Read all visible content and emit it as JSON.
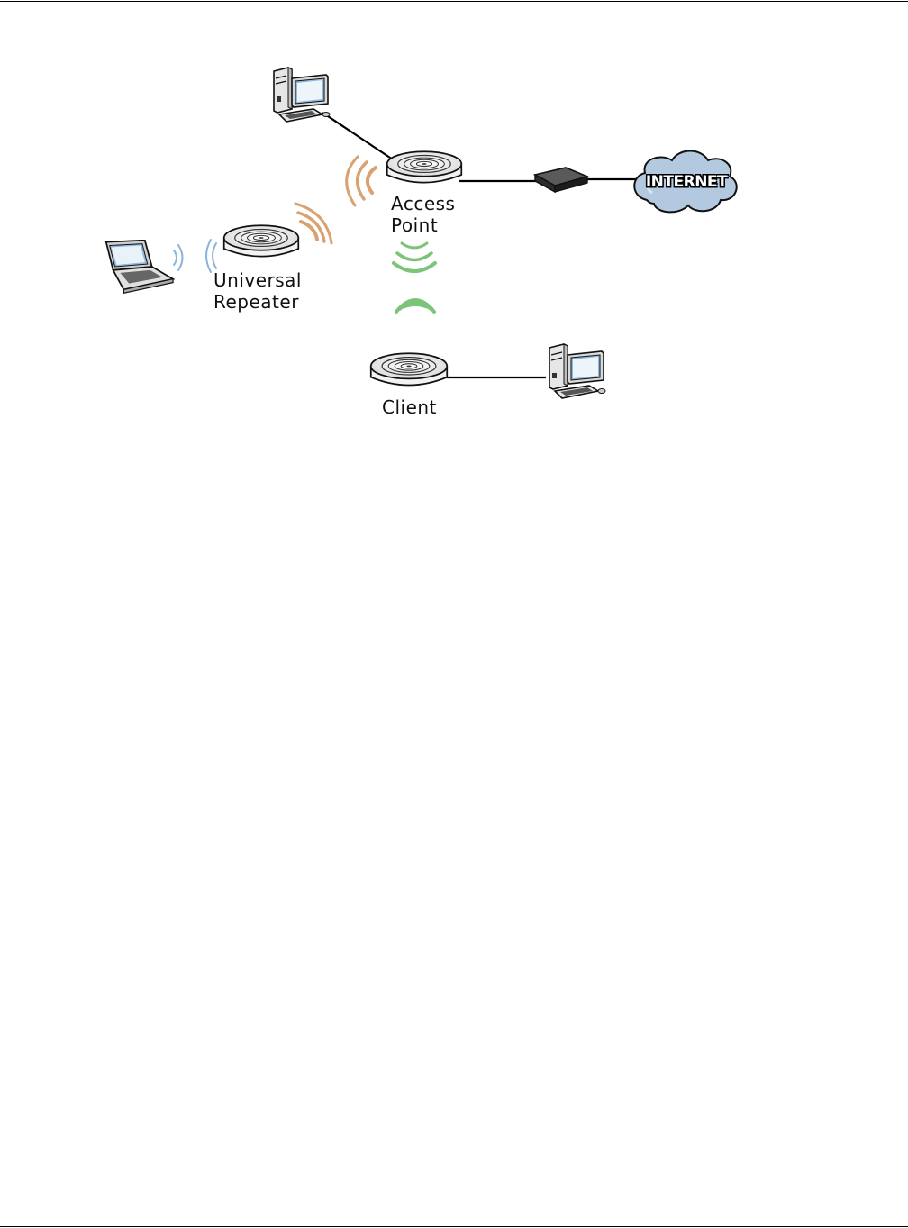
{
  "diagram": {
    "nodes": [
      {
        "id": "access_point",
        "type": "router",
        "label_lines": [
          "Access",
          "Point"
        ]
      },
      {
        "id": "universal_repeater",
        "type": "router",
        "label_lines": [
          "Universal",
          "Repeater"
        ]
      },
      {
        "id": "client",
        "type": "router",
        "label_lines": [
          "Client"
        ]
      },
      {
        "id": "internet",
        "type": "cloud",
        "label": "INTERNET"
      },
      {
        "id": "modem",
        "type": "modem"
      },
      {
        "id": "desktop_top",
        "type": "desktop"
      },
      {
        "id": "desktop_right",
        "type": "desktop"
      },
      {
        "id": "laptop",
        "type": "laptop"
      }
    ],
    "edges": [
      {
        "from": "desktop_top",
        "to": "access_point",
        "kind": "wired"
      },
      {
        "from": "access_point",
        "to": "modem",
        "kind": "wired"
      },
      {
        "from": "modem",
        "to": "internet",
        "kind": "wired"
      },
      {
        "from": "client",
        "to": "desktop_right",
        "kind": "wired"
      },
      {
        "from": "access_point",
        "to": "universal_repeater",
        "kind": "wireless"
      },
      {
        "from": "access_point",
        "to": "client",
        "kind": "wireless"
      },
      {
        "from": "universal_repeater",
        "to": "laptop",
        "kind": "wireless"
      }
    ],
    "colors": {
      "wireless_ap_repeater": "#d9a273",
      "wireless_ap_client": "#7cc47a",
      "wireless_repeater_laptop": "#8ab4d9",
      "cloud": "#b3c9e0",
      "monitor": "#8fb9de",
      "line": "#000000"
    }
  }
}
